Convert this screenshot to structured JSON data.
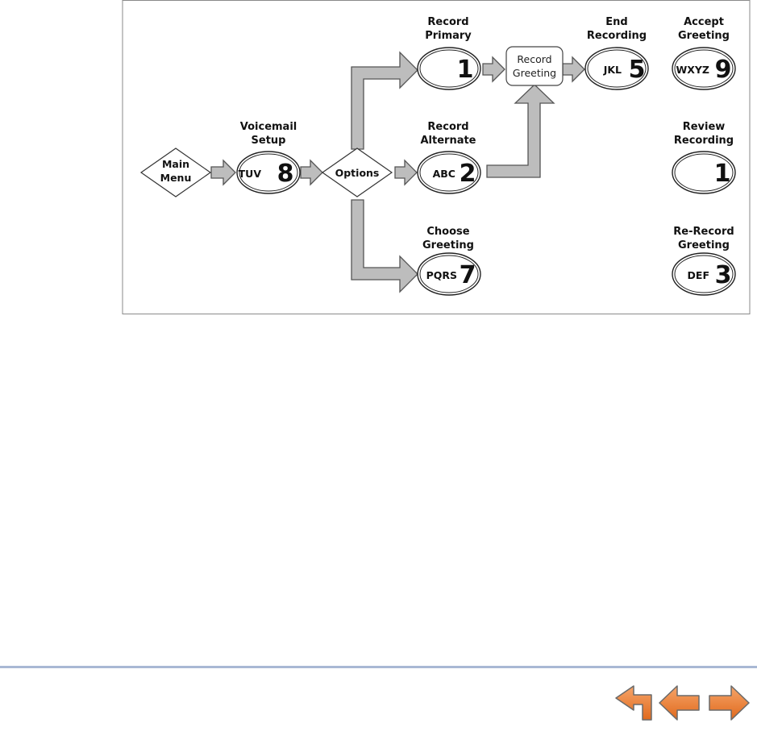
{
  "nodes": {
    "main_menu": [
      "Main",
      "Menu"
    ],
    "voicemail_setup": {
      "label": [
        "Voicemail",
        "Setup"
      ],
      "letters": "TUV",
      "digit": "8"
    },
    "options": "Options",
    "record_primary": {
      "label": [
        "Record",
        "Primary"
      ],
      "letters": "",
      "digit": "1"
    },
    "record_alternate": {
      "label": [
        "Record",
        "Alternate"
      ],
      "letters": "ABC",
      "digit": "2"
    },
    "choose_greeting": {
      "label": [
        "Choose",
        "Greeting"
      ],
      "letters": "PQRS",
      "digit": "7"
    },
    "record_greeting": [
      "Record",
      "Greeting"
    ],
    "end_recording": {
      "label": [
        "End",
        "Recording"
      ],
      "letters": "JKL",
      "digit": "5"
    },
    "accept_greeting": {
      "label": [
        "Accept",
        "Greeting"
      ],
      "letters": "WXYZ",
      "digit": "9"
    },
    "review_recording": {
      "label": [
        "Review",
        "Recording"
      ],
      "letters": "",
      "digit": "1"
    },
    "rerecord_greeting": {
      "label": [
        "Re-Record",
        "Greeting"
      ],
      "letters": "DEF",
      "digit": "3"
    }
  },
  "colors": {
    "arrow_fill": "#bdbdbd",
    "frame_border": "#8a8a8a",
    "rule": "#a9b8d4",
    "nav_orange": "#f08a3c"
  },
  "icons": [
    "return-icon",
    "back-arrow-icon",
    "forward-arrow-icon"
  ]
}
